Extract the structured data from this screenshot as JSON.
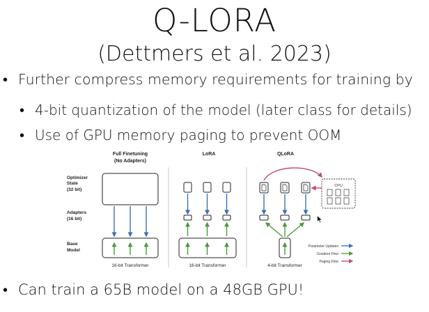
{
  "slide": {
    "title": "Q-LORA",
    "subtitle": "(Dettmers et al. 2023)"
  },
  "bullets": [
    {
      "text": "Further compress memory requirements for training by"
    },
    {
      "text": "4-bit quantization of the model (later class for details)"
    },
    {
      "text": "Use of GPU memory paging to prevent OOM"
    },
    {
      "text": "Can train a 65B model on a 48GB GPU!"
    }
  ],
  "bullet_symbol": "•",
  "figure": {
    "columns": [
      {
        "title": "Full Finetuning",
        "subtitle": "(No Adapters)",
        "footer": "16-bit Transformer"
      },
      {
        "title": "LoRA",
        "subtitle": "",
        "footer": "16-bit Transformer"
      },
      {
        "title": "QLoRA",
        "subtitle": "",
        "footer": "4-bit Transformer"
      }
    ],
    "row_labels": [
      {
        "line1": "Optimizer",
        "line2": "State",
        "line3": "(32 bit)"
      },
      {
        "line1": "Adapters",
        "line2": "(16 bit)"
      },
      {
        "line1": "Base",
        "line2": "Model"
      }
    ],
    "cpu_label": "CPU",
    "legend": [
      {
        "label": "Parameter Updates",
        "color": "#3a6fb5"
      },
      {
        "label": "Gradient Flow",
        "color": "#4a9a3c"
      },
      {
        "label": "Paging Flow",
        "color": "#c04a7a"
      }
    ],
    "colors": {
      "update": "#3a6fb5",
      "gradient": "#4a9a3c",
      "paging": "#c04a7a",
      "stroke": "#222222"
    }
  },
  "cursor_icon": "mouse-pointer-icon"
}
